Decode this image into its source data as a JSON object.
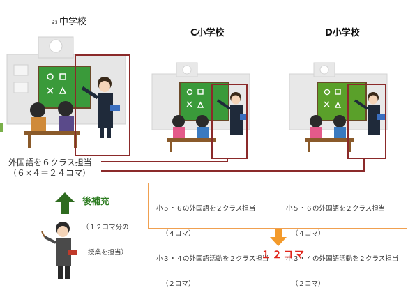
{
  "schools": {
    "a": {
      "title": "ａ中学校"
    },
    "c": {
      "title": "C小学校"
    },
    "d": {
      "title": "D小学校"
    }
  },
  "a_note": {
    "line1": "外国語を６クラス担当",
    "line2": "（６×４＝２４コマ）"
  },
  "c_box": {
    "l1": "小５・６の外国語を２クラス担当",
    "l2": "（４コマ）",
    "l3": "小３・４の外国語活動を２クラス担当",
    "l4": "（２コマ）"
  },
  "d_box": {
    "l1": "小５・６の外国語を２クラス担当",
    "l2": "（４コマ）",
    "l3": "小３・４の外国語活動を２クラス担当",
    "l4": "（２コマ）"
  },
  "supplement": {
    "label": "後補充",
    "detail1": "（１２コマ分の",
    "detail2": "授業を担当）"
  },
  "total": "１２コマ",
  "colors": {
    "frame": "#8b2a2a",
    "arrow_green": "#2e6b1f",
    "arrow_orange": "#f39a2b",
    "box_border": "#f0a050",
    "board": "#3a9a3a"
  }
}
